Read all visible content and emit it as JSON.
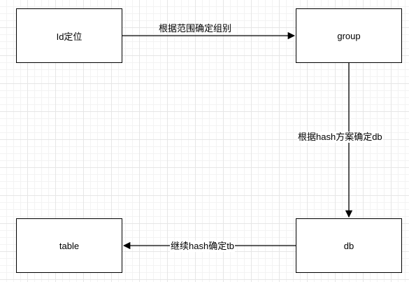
{
  "nodes": {
    "id_locate": "Id定位",
    "group": "group",
    "db": "db",
    "table": "table"
  },
  "edges": {
    "id_to_group": "根据范围确定组别",
    "group_to_db": "根据hash方案确定db",
    "db_to_table": "继续hash确定tb"
  }
}
